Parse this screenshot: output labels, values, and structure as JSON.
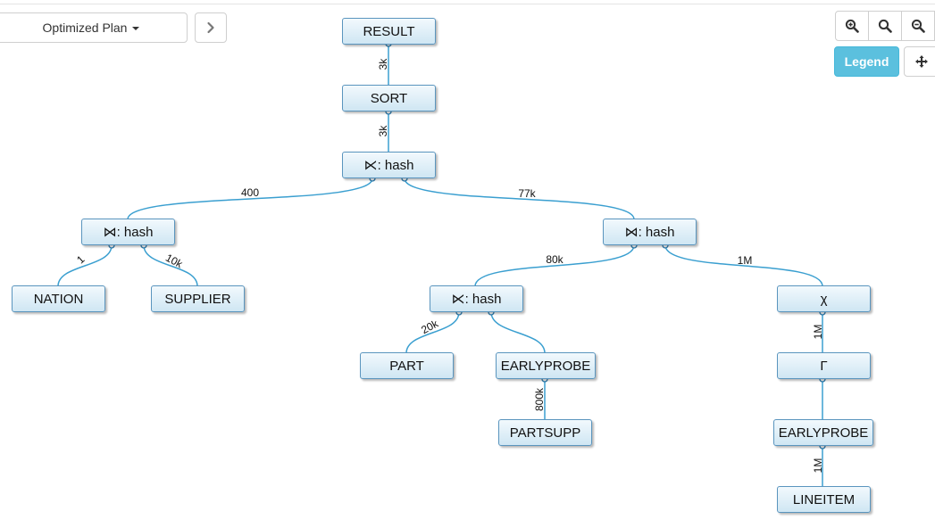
{
  "toolbar": {
    "plan_select": "Optimized Plan",
    "legend_label": "Legend"
  },
  "icons": {
    "zoom_in": "zoom-in-icon",
    "zoom_reset": "zoom-reset-icon",
    "zoom_out": "zoom-out-icon",
    "pan": "move-icon",
    "next": "chevron-right-icon"
  },
  "colors": {
    "accent": "#5bc0de",
    "edge": "#3a9fd0",
    "node_border": "#5a95be"
  },
  "plan": {
    "nodes": {
      "result": "RESULT",
      "sort": "SORT",
      "semijoin_top": "⋉: hash",
      "join_left": "⋈: hash",
      "join_right": "⋈: hash",
      "semijoin_mid": "⋉: hash",
      "nation": "NATION",
      "supplier": "SUPPLIER",
      "part": "PART",
      "earlyprobe_1": "EARLYPROBE",
      "partsupp": "PARTSUPP",
      "chi": "χ",
      "gamma": "Γ",
      "earlyprobe_2": "EARLYPROBE",
      "lineitem": "LINEITEM"
    },
    "edges": {
      "result_sort": "3k",
      "sort_semijoin": "3k",
      "semijoin_joinleft": "400",
      "semijoin_joinright": "77k",
      "joinleft_nation": "1",
      "joinleft_supplier": "10k",
      "joinright_semijoinmid": "80k",
      "joinright_chi": "1M",
      "semijoinmid_part": "20k",
      "earlyprobe_partsupp": "800k",
      "chi_gamma": "1M",
      "earlyprobe_lineitem": "1M"
    }
  }
}
